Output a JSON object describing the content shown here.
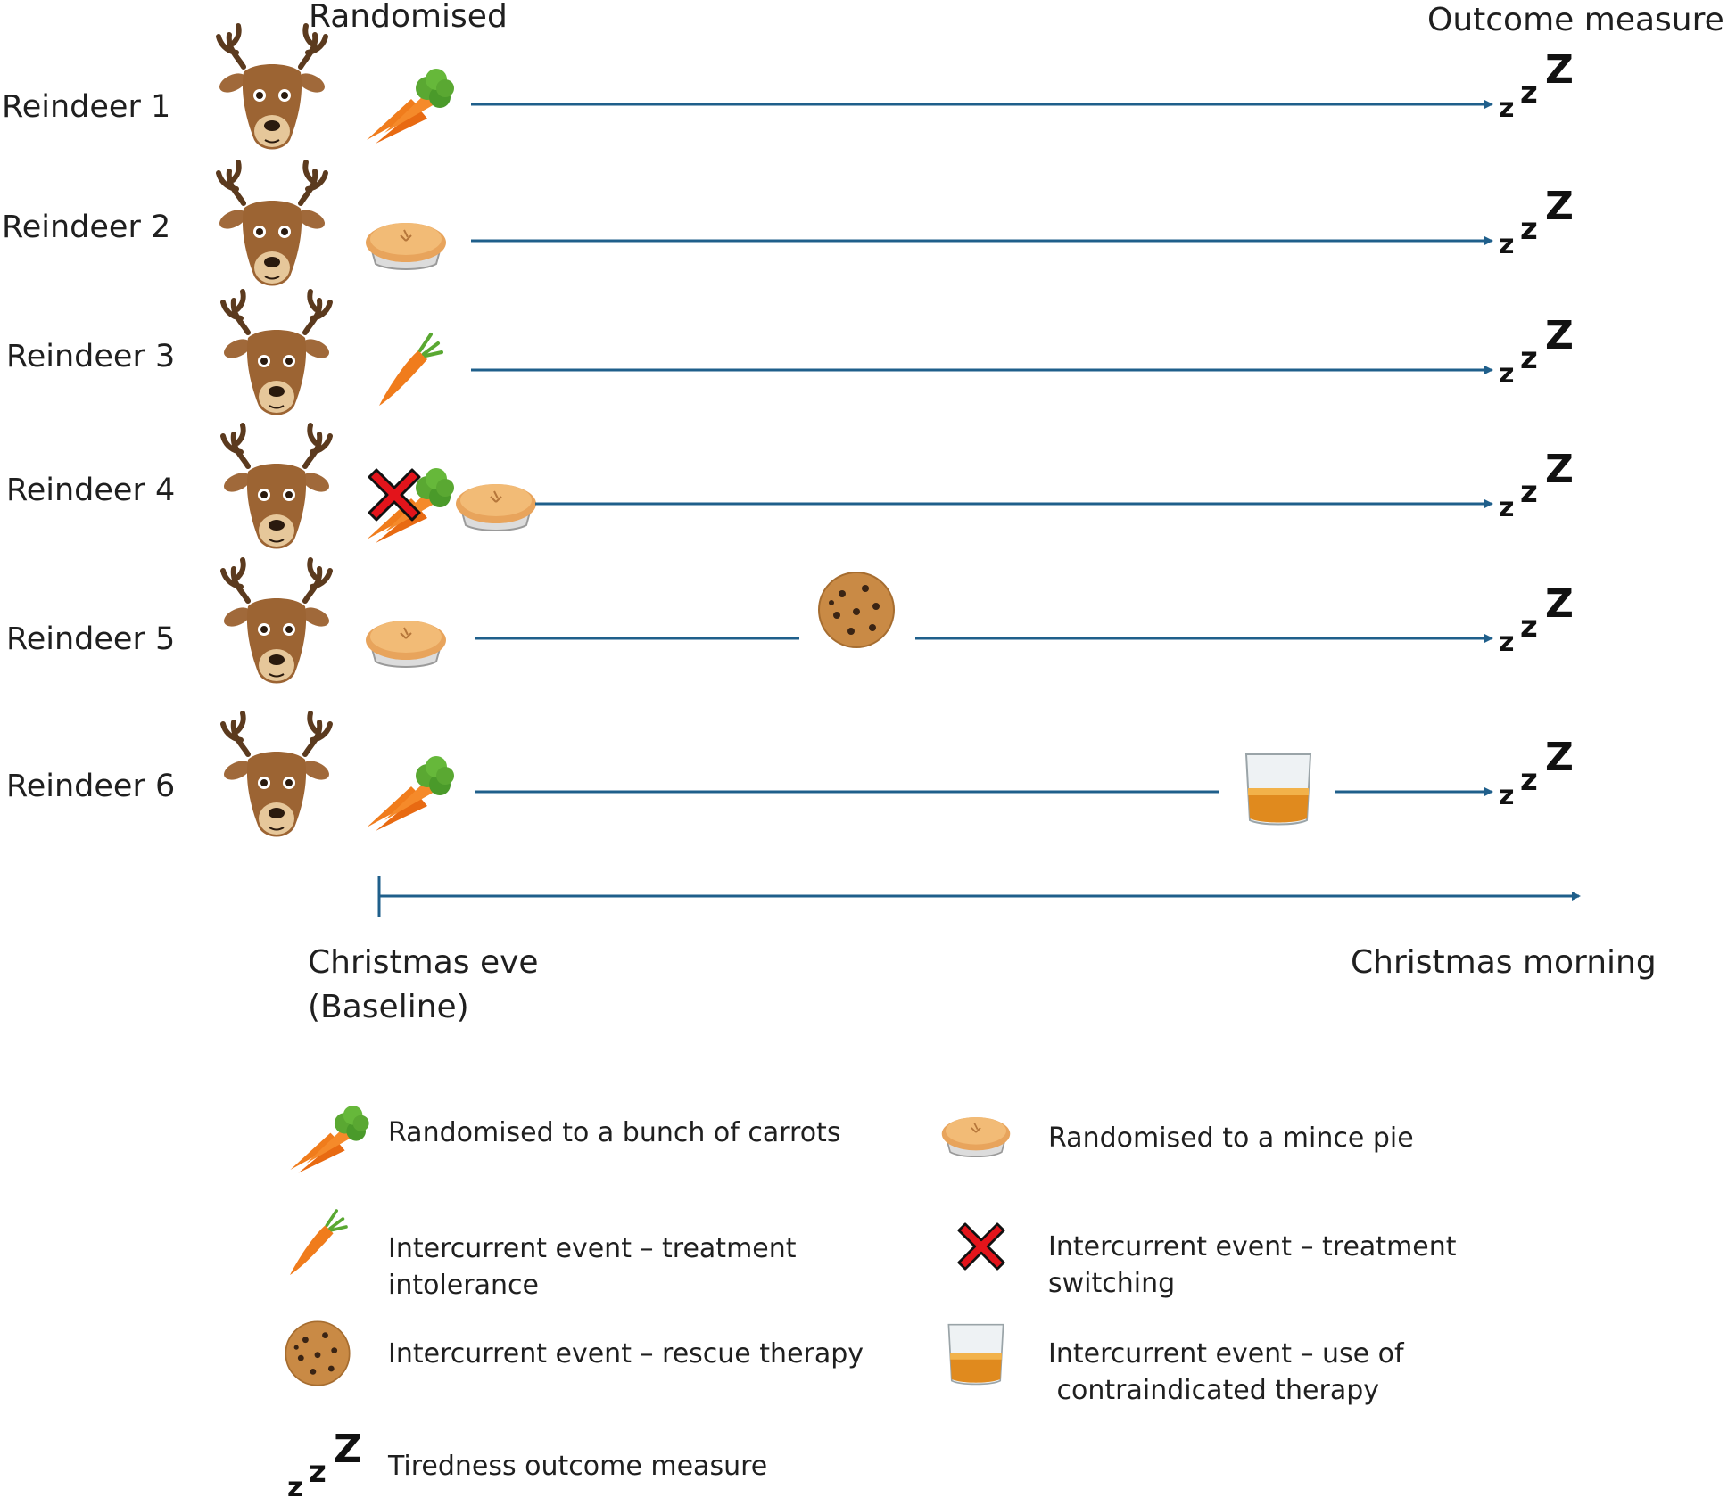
{
  "header": {
    "randomised": "Randomised",
    "outcome": "Outcome measure"
  },
  "rows": [
    {
      "label": "Reindeer 1",
      "treatment": "carrots",
      "events": []
    },
    {
      "label": "Reindeer 2",
      "treatment": "mince-pie",
      "events": []
    },
    {
      "label": "Reindeer 3",
      "treatment": "carrot",
      "events": []
    },
    {
      "label": "Reindeer 4",
      "treatment": "carrots",
      "events": [
        "treatment-switching",
        "mince-pie"
      ]
    },
    {
      "label": "Reindeer 5",
      "treatment": "mince-pie",
      "events": [
        "rescue-therapy"
      ]
    },
    {
      "label": "Reindeer 6",
      "treatment": "carrots",
      "events": [
        "contraindicated-therapy"
      ]
    }
  ],
  "timeline": {
    "start_label": "Christmas eve\n(Baseline)",
    "end_label": "Christmas morning"
  },
  "legend": [
    {
      "icon": "carrots-icon",
      "text": "Randomised to a bunch of carrots"
    },
    {
      "icon": "mince-pie-icon",
      "text": "Randomised to a mince pie"
    },
    {
      "icon": "carrot-icon",
      "text": "Intercurrent event – treatment\nintolerance"
    },
    {
      "icon": "red-cross-icon",
      "text": "Intercurrent event – treatment\nswitching"
    },
    {
      "icon": "cookie-icon",
      "text": "Intercurrent event – rescue therapy"
    },
    {
      "icon": "whisky-glass-icon",
      "text": "Intercurrent event – use of\n contraindicated therapy"
    },
    {
      "icon": "zzz-icon",
      "text": "Tiredness outcome measure"
    }
  ],
  "colors": {
    "arrow": "#1f5f8b",
    "reindeer": "#8b5a2b",
    "carrot": "#f07c1c",
    "leaf": "#5aa832",
    "cross": "#e3141b"
  }
}
